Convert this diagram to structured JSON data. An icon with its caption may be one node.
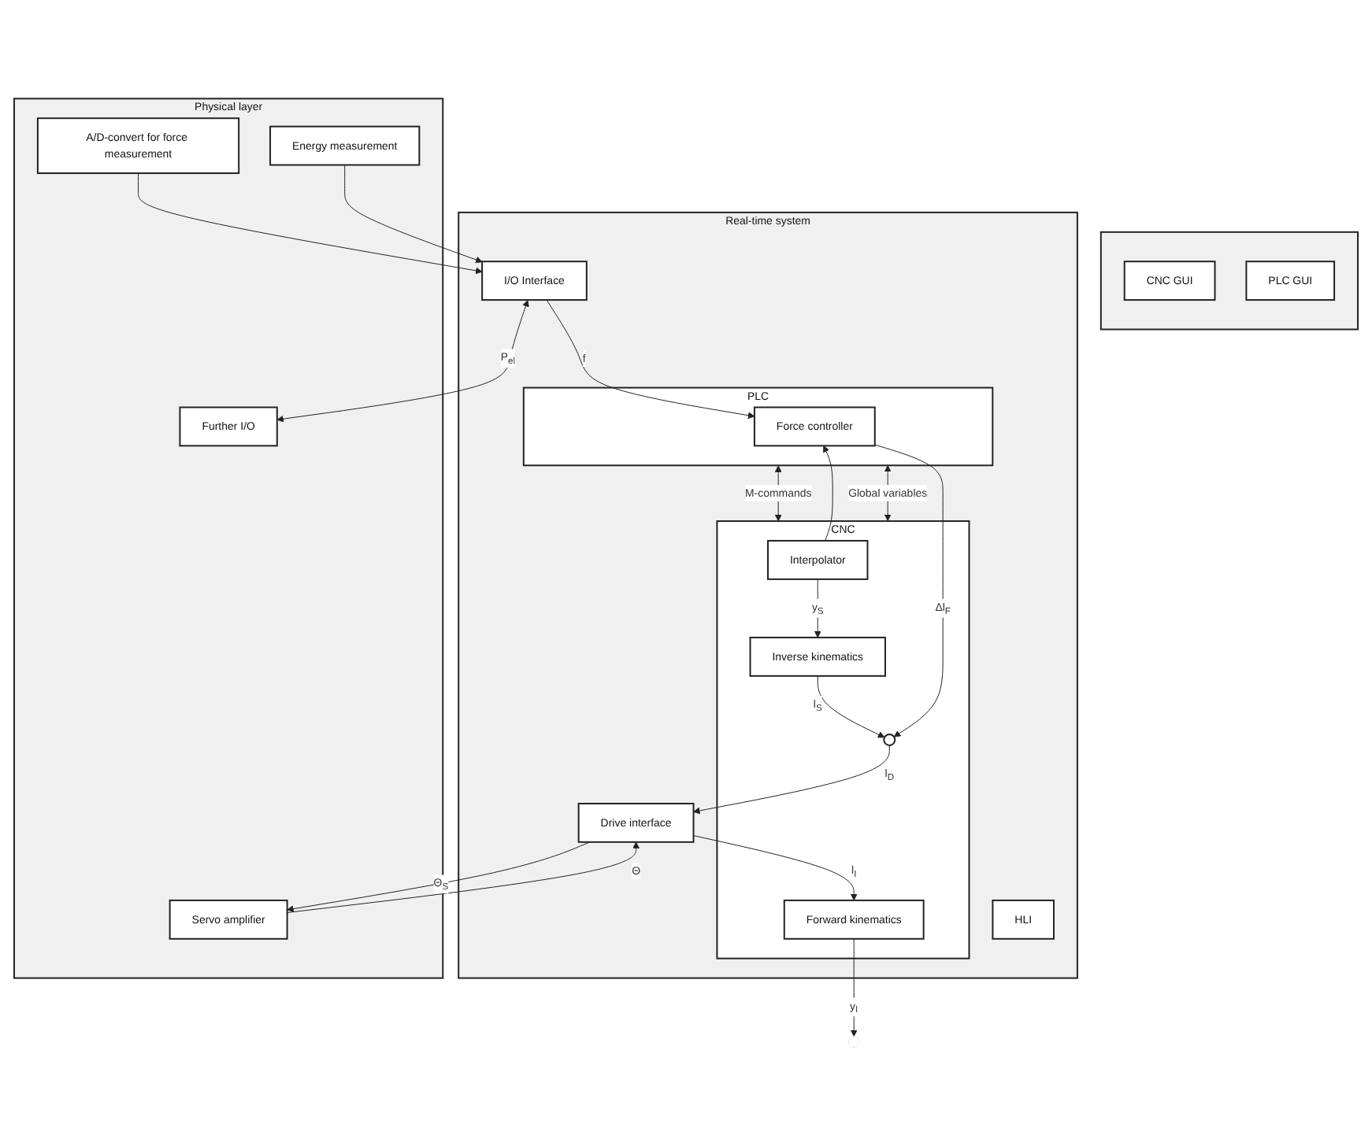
{
  "diagram": {
    "nodes": [
      {
        "text": [],
        "shape": "box"
      },
      {
        "text": [
          "CNC GUI"
        ],
        "in": 0
      },
      {
        "text": [
          "PLC GUI"
        ],
        "in": 0
      },
      {
        "text": [
          "Real-time system"
        ]
      },
      {
        "text": [
          "CNC"
        ],
        "in": 3
      },
      {
        "text": [
          "Interpolator"
        ],
        "in": 4
      },
      {
        "text": [
          "Inverse kinematics"
        ],
        "in": 4
      },
      {
        "text": [
          "Forward kinematics"
        ],
        "in": 4
      },
      {
        "text": [],
        "shape": "circle",
        "in": 4
      },
      {
        "text": [
          "HLI"
        ],
        "in": 3
      },
      {
        "text": [
          "PLC"
        ],
        "in": 3
      },
      {
        "text": [
          "Force controller"
        ],
        "in": 10
      },
      {
        "text": [
          "Drive interface"
        ],
        "in": 3
      },
      {
        "text": [
          "I/O Interface"
        ],
        "in": 3
      },
      {
        "text": [
          "Physical layer"
        ]
      },
      {
        "text": [
          "Servo amplifier"
        ],
        "in": 14
      },
      {
        "text": [
          "A/D-convert for force measurement"
        ],
        "in": 14
      },
      {
        "text": [
          "Energy measurement"
        ],
        "in": 14
      },
      {
        "text": [
          "Further I/O"
        ],
        "in": 14
      }
    ],
    "edges": [
      {
        "from": 10,
        "to": 4,
        "arrow": "both",
        "label": "M-commands"
      },
      {
        "from": 4,
        "to": 10,
        "arrow": "both",
        "label": "Global variables"
      },
      {
        "from": 5,
        "to": 6,
        "arrow": "to",
        "label": "y$_{S}$"
      },
      {
        "from": 5,
        "to": 11,
        "arrow": "to"
      },
      {
        "from": 7,
        "to": null,
        "arrow": "to",
        "label": "y$_{I}$"
      },
      {
        "from": 6,
        "to": 8,
        "arrow": "to",
        "label": "l$_{S}$"
      },
      {
        "from": 11,
        "to": 8,
        "arrow": "to",
        "label": "Δl$_{F}$"
      },
      {
        "from": 8,
        "to": 12,
        "arrow": "to",
        "label": "l$_{D}$"
      },
      {
        "from": 12,
        "to": 7,
        "arrow": "to",
        "label": "l$_{I}$"
      },
      {
        "from": 13,
        "to": 11,
        "arrow": "to",
        "label": "f"
      },
      {
        "from": 12,
        "to": 15,
        "arrow": "to",
        "label": "Θ$_{S}$"
      },
      {
        "from": 15,
        "to": 12,
        "arrow": "to",
        "label": "Θ"
      },
      {
        "from": 16,
        "to": 13,
        "arrow": "to"
      },
      {
        "from": 17,
        "to": 13,
        "arrow": "to"
      },
      {
        "from": 13,
        "to": 18,
        "arrow": "both",
        "label": "P$_{el}$"
      }
    ]
  }
}
